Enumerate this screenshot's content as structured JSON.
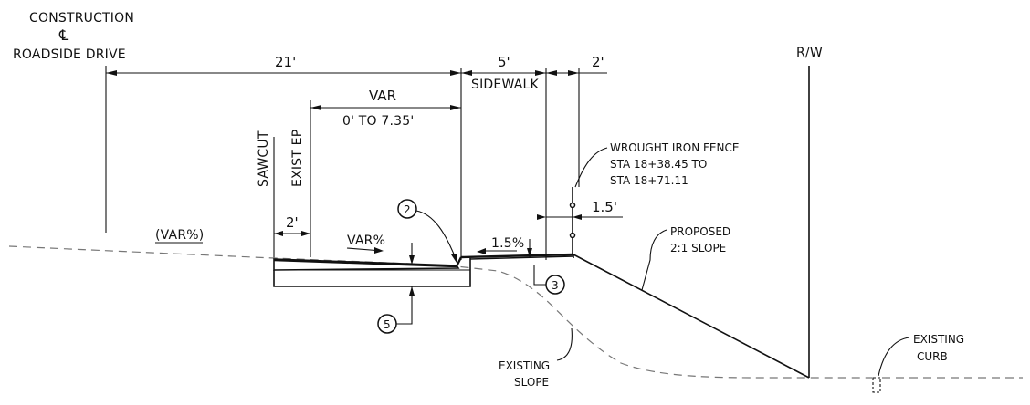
{
  "centerline": {
    "line1": "CONSTRUCTION",
    "symbol": "℄",
    "line2": "ROADSIDE DRIVE"
  },
  "right_of_way": "R/W",
  "dimensions": {
    "road_width": "21'",
    "sidewalk_width": "5'",
    "sidewalk_label": "SIDEWALK",
    "buffer_width": "2'",
    "var_label": "VAR",
    "var_range": "0' TO 7.35'",
    "sawcut_offset": "2'",
    "fence_offset": "1.5'"
  },
  "labels": {
    "sawcut": "SAWCUT",
    "exist_ep": "EXIST EP",
    "road_slope": "(VAR%)",
    "pavement_slope": "VAR%",
    "sidewalk_slope": "1.5%",
    "fence_line1": "WROUGHT IRON FENCE",
    "fence_line2": "STA 18+38.45 TO",
    "fence_line3": "STA 18+71.11",
    "proposed_line1": "PROPOSED",
    "proposed_line2": "2:1 SLOPE",
    "existing_slope_line1": "EXISTING",
    "existing_slope_line2": "SLOPE",
    "existing_curb_line1": "EXISTING",
    "existing_curb_line2": "CURB"
  },
  "callouts": [
    "2",
    "3",
    "5"
  ]
}
